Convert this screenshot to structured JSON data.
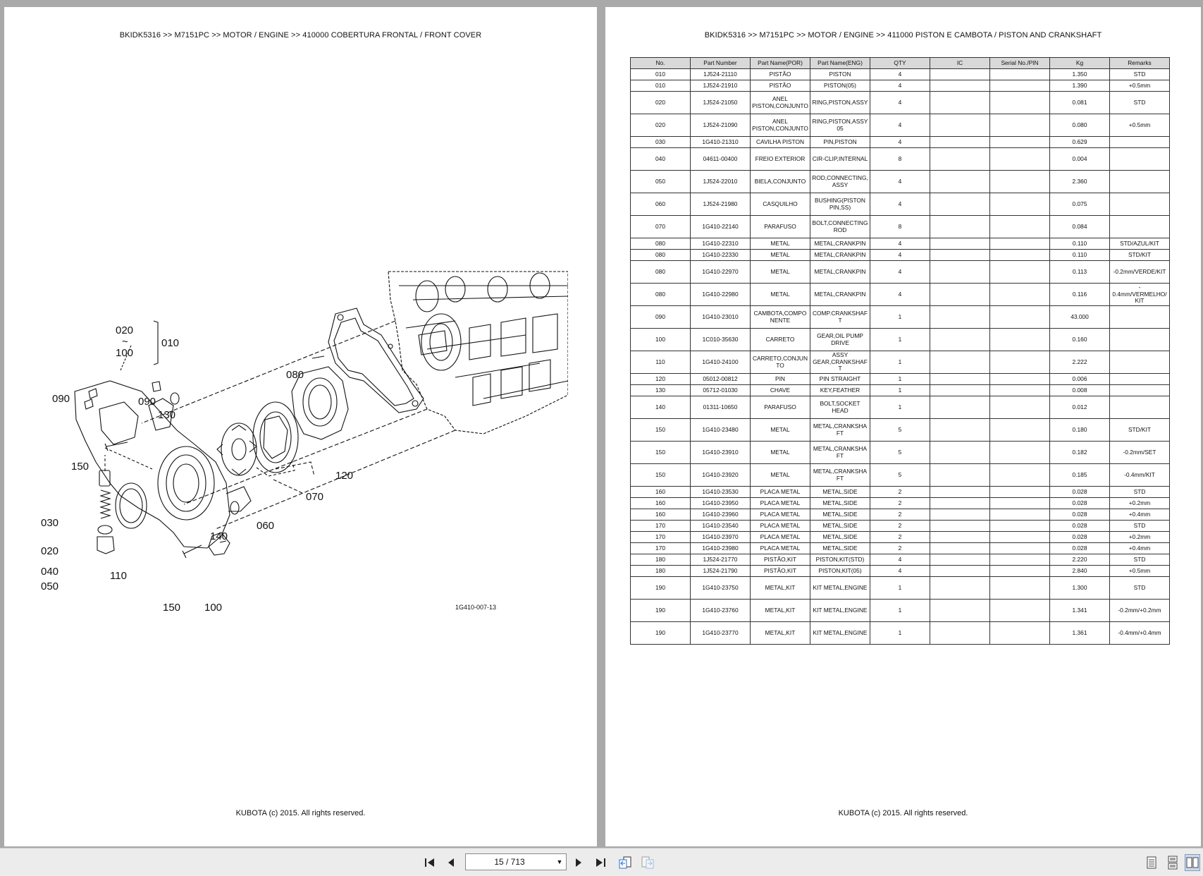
{
  "left_page": {
    "header": "BKIDK5316 >> M7151PC >> MOTOR / ENGINE >> 410000   COBERTURA FRONTAL / FRONT COVER",
    "footer": "KUBOTA (c) 2015. All rights reserved.",
    "diagram": {
      "labels": [
        "020",
        "~",
        "100",
        "010",
        "090",
        "090",
        "130",
        "080",
        "150",
        "030",
        "020",
        "040",
        "050",
        "110",
        "140",
        "060",
        "070",
        "120",
        "150",
        "100"
      ],
      "figure_code": "1G410-007-13"
    }
  },
  "right_page": {
    "header": "BKIDK5316 >> M7151PC >> MOTOR / ENGINE >> 411000   PISTON E CAMBOTA / PISTON AND CRANKSHAFT",
    "footer": "KUBOTA (c) 2015. All rights reserved.",
    "table": {
      "columns": [
        "No.",
        "Part Number",
        "Part Name(POR)",
        "Part Name(ENG)",
        "QTY",
        "IC",
        "Serial No./PIN",
        "Kg",
        "Remarks"
      ],
      "rows": [
        [
          "010",
          "1J524-21110",
          "PISTÃO",
          "PISTON",
          "4",
          "",
          "",
          "1.350",
          "STD"
        ],
        [
          "010",
          "1J524-21910",
          "PISTÃO",
          "PISTON(05)",
          "4",
          "",
          "",
          "1.390",
          "+0.5mm"
        ],
        [
          "020",
          "1J524-21050",
          "ANEL PISTON,CONJUNTO",
          "RING,PISTON,ASSY",
          "4",
          "",
          "",
          "0.081",
          "STD"
        ],
        [
          "020",
          "1J524-21090",
          "ANEL PISTON,CONJUNTO",
          "RING,PISTON,ASSY 05",
          "4",
          "",
          "",
          "0.080",
          "+0.5mm"
        ],
        [
          "030",
          "1G410-21310",
          "CAVILHA PISTON",
          "PIN,PISTON",
          "4",
          "",
          "",
          "0.629",
          ""
        ],
        [
          "040",
          "04611-00400",
          "FREIO EXTERIOR",
          "CIR-CLIP,INTERNAL",
          "8",
          "",
          "",
          "0.004",
          ""
        ],
        [
          "050",
          "1J524-22010",
          "BIELA,CONJUNTO",
          "ROD,CONNECTING, ASSY",
          "4",
          "",
          "",
          "2.360",
          ""
        ],
        [
          "060",
          "1J524-21980",
          "CASQUILHO",
          "BUSHING(PISTON PIN,SS)",
          "4",
          "",
          "",
          "0.075",
          ""
        ],
        [
          "070",
          "1G410-22140",
          "PARAFUSO",
          "BOLT,CONNECTING ROD",
          "8",
          "",
          "",
          "0.084",
          ""
        ],
        [
          "080",
          "1G410-22310",
          "METAL",
          "METAL,CRANKPIN",
          "4",
          "",
          "",
          "0.110",
          "STD/AZUL/KIT"
        ],
        [
          "080",
          "1G410-22330",
          "METAL",
          "METAL,CRANKPIN",
          "4",
          "",
          "",
          "0.110",
          "STD/KIT"
        ],
        [
          "080",
          "1G410-22970",
          "METAL",
          "METAL,CRANKPIN",
          "4",
          "",
          "",
          "0.113",
          "-0.2mm/VERDE/KIT"
        ],
        [
          "080",
          "1G410-22980",
          "METAL",
          "METAL,CRANKPIN",
          "4",
          "",
          "",
          "0.116",
          "- 0.4mm/VERMELHO/ KIT"
        ],
        [
          "090",
          "1G410-23010",
          "CAMBOTA,COMPO NENTE",
          "COMP.CRANKSHAF T",
          "1",
          "",
          "",
          "43.000",
          ""
        ],
        [
          "100",
          "1C010-35630",
          "CARRETO",
          "GEAR,OIL PUMP DRIVE",
          "1",
          "",
          "",
          "0.160",
          ""
        ],
        [
          "110",
          "1G410-24100",
          "CARRETO,CONJUN TO",
          "ASSY GEAR,CRANKSHAF T",
          "1",
          "",
          "",
          "2.222",
          ""
        ],
        [
          "120",
          "05012-00812",
          "PIN",
          "PIN STRAIGHT",
          "1",
          "",
          "",
          "0.006",
          ""
        ],
        [
          "130",
          "05712-01030",
          "CHAVE",
          "KEY,FEATHER",
          "1",
          "",
          "",
          "0.008",
          ""
        ],
        [
          "140",
          "01311-10650",
          "PARAFUSO",
          "BOLT,SOCKET HEAD",
          "1",
          "",
          "",
          "0.012",
          ""
        ],
        [
          "150",
          "1G410-23480",
          "METAL",
          "METAL,CRANKSHA FT",
          "5",
          "",
          "",
          "0.180",
          "STD/KIT"
        ],
        [
          "150",
          "1G410-23910",
          "METAL",
          "METAL,CRANKSHA FT",
          "5",
          "",
          "",
          "0.182",
          "-0.2mm/SET"
        ],
        [
          "150",
          "1G410-23920",
          "METAL",
          "METAL,CRANKSHA FT",
          "5",
          "",
          "",
          "0.185",
          "-0.4mm/KIT"
        ],
        [
          "160",
          "1G410-23530",
          "PLACA METAL",
          "METAL,SIDE",
          "2",
          "",
          "",
          "0.028",
          "STD"
        ],
        [
          "160",
          "1G410-23950",
          "PLACA METAL",
          "METAL,SIDE",
          "2",
          "",
          "",
          "0.028",
          "+0.2mm"
        ],
        [
          "160",
          "1G410-23960",
          "PLACA METAL",
          "METAL,SIDE",
          "2",
          "",
          "",
          "0.028",
          "+0.4mm"
        ],
        [
          "170",
          "1G410-23540",
          "PLACA METAL",
          "METAL,SIDE",
          "2",
          "",
          "",
          "0.028",
          "STD"
        ],
        [
          "170",
          "1G410-23970",
          "PLACA METAL",
          "METAL,SIDE",
          "2",
          "",
          "",
          "0.028",
          "+0.2mm"
        ],
        [
          "170",
          "1G410-23980",
          "PLACA METAL",
          "METAL,SIDE",
          "2",
          "",
          "",
          "0.028",
          "+0.4mm"
        ],
        [
          "180",
          "1J524-21770",
          "PISTÃO,KIT",
          "PISTON,KIT(STD)",
          "4",
          "",
          "",
          "2.220",
          "STD"
        ],
        [
          "180",
          "1J524-21790",
          "PISTÃO,KIT",
          "PISTON,KIT(05)",
          "4",
          "",
          "",
          "2.840",
          "+0.5mm"
        ],
        [
          "190",
          "1G410-23750",
          "METAL,KIT",
          "KIT METAL,ENGINE",
          "1",
          "",
          "",
          "1.300",
          "STD"
        ],
        [
          "190",
          "1G410-23760",
          "METAL,KIT",
          "KIT METAL,ENGINE",
          "1",
          "",
          "",
          "1.341",
          "-0.2mm/+0.2mm"
        ],
        [
          "190",
          "1G410-23770",
          "METAL,KIT",
          "KIT METAL,ENGINE",
          "1",
          "",
          "",
          "1.361",
          "-0.4mm/+0.4mm"
        ]
      ]
    }
  },
  "toolbar": {
    "page_indicator": "15 / 713",
    "icons": [
      "first-page-icon",
      "previous-page-icon",
      "next-page-icon",
      "last-page-icon",
      "go-back-icon",
      "go-forward-icon",
      "single-page-view-icon",
      "continuous-view-icon",
      "facing-pages-view-icon"
    ]
  },
  "colors": {
    "background": "#a9a9a9",
    "page": "#ffffff",
    "table_header": "#d9d9d9",
    "toolbar": "#ececec"
  }
}
